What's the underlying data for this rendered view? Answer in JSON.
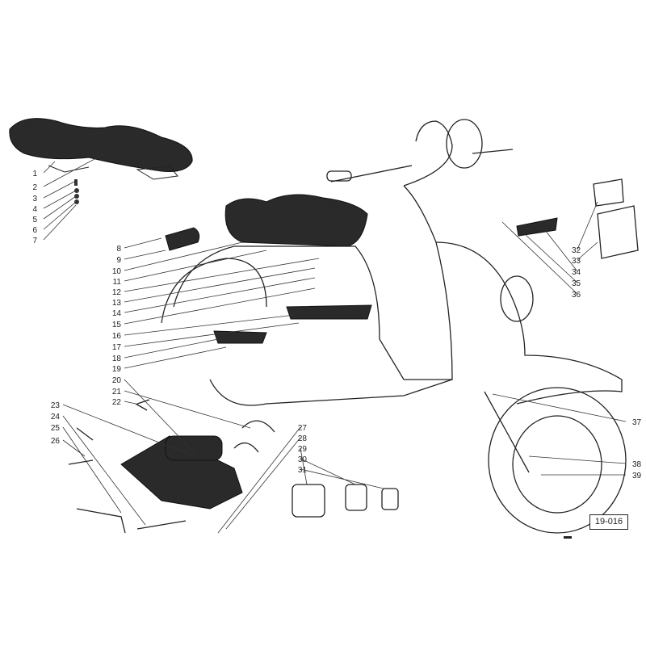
{
  "title": "Scooter parts exploded diagram",
  "labels": [
    "1",
    "2",
    "3",
    "4",
    "5",
    "6",
    "7",
    "8",
    "9",
    "10",
    "11",
    "12",
    "13",
    "14",
    "15",
    "16",
    "17",
    "18",
    "19",
    "20",
    "21",
    "22",
    "23",
    "24",
    "25",
    "26",
    "27",
    "28",
    "29",
    "30",
    "31",
    "32",
    "33",
    "34",
    "35",
    "36",
    "37",
    "38",
    "39"
  ],
  "figure_code": "19-016"
}
